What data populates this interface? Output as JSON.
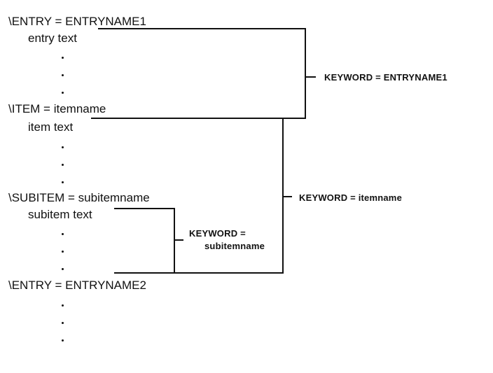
{
  "entry1": {
    "header": "\\ENTRY = ENTRYNAME1",
    "body": "entry text"
  },
  "item": {
    "header": "\\ITEM = itemname",
    "body": "item text"
  },
  "subitem": {
    "header": "\\SUBITEM = subitemname",
    "body": "subitem text"
  },
  "entry2": {
    "header": "\\ENTRY = ENTRYNAME2"
  },
  "keywords": {
    "entryname1": "KEYWORD =  ENTRYNAME1",
    "itemname": "KEYWORD = itemname",
    "subitem_line1": "KEYWORD =",
    "subitem_line2": "subitemname"
  },
  "ellipsis_dot": "."
}
